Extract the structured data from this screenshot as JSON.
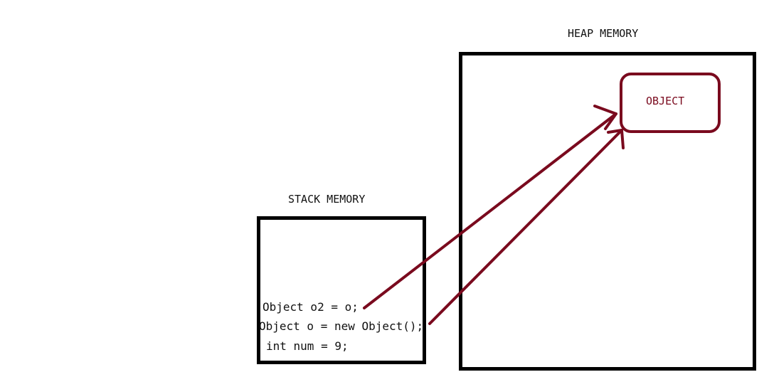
{
  "heap": {
    "title": "HEAP MEMORY",
    "object_label": "OBJECT"
  },
  "stack": {
    "title": "STACK MEMORY",
    "lines": [
      "Object o2 = o;",
      "Object o = new Object();",
      "int num = 9;"
    ]
  },
  "colors": {
    "reference_arrow": "#7a0a1e",
    "box_border": "#000000"
  }
}
